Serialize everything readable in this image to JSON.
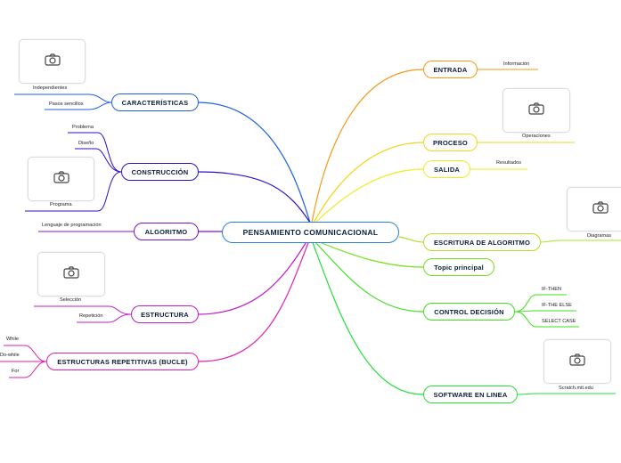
{
  "central": {
    "label": "PENSAMIENTO COMUNICACIONAL"
  },
  "topics": {
    "caracteristicas": {
      "label": "CARACTERÍSTICAS",
      "color": "#1f5fe0"
    },
    "construccion": {
      "label": "CONSTRUCCIÓN",
      "color": "#2a12c8"
    },
    "algoritmo": {
      "label": "ALGORITMO",
      "color": "#7a14c8"
    },
    "estructura": {
      "label": "ESTRUCTURA",
      "color": "#c01ec8"
    },
    "repetitivas": {
      "label": "ESTRUCTURAS REPETITIVAS (BUCLE)",
      "color": "#e01eb4"
    },
    "entrada": {
      "label": "ENTRADA",
      "color": "#f59a14"
    },
    "proceso": {
      "label": "PROCESO",
      "color": "#f2d41a"
    },
    "salida": {
      "label": "SALIDA",
      "color": "#ecec22"
    },
    "escritura": {
      "label": "ESCRITURA DE ALGORITMO",
      "color": "#aee02a"
    },
    "topic_principal": {
      "label": "Topic principal",
      "color": "#74e01e"
    },
    "control": {
      "label": "CONTROL DECISIÓN",
      "color": "#3ee01e"
    },
    "software": {
      "label": "SOFTWARE EN LINEA",
      "color": "#22e038"
    }
  },
  "leaves": {
    "independientes": "Independientes",
    "pasos_sencillos": "Pasos sencillos",
    "problema": "Problema",
    "diseno": "Diseño",
    "programa": "Programa",
    "lenguaje": "Lenguaje de programación",
    "seleccion": "Selección",
    "repeticion": "Repetición",
    "while": "While",
    "do_while": "Do-while",
    "for": "For",
    "informacion": "Información",
    "operaciones": "Operaciones",
    "resultados": "Resultados",
    "diagramas": "Diagramas",
    "if_then": "IF-THEN",
    "if_the_else": "IF-THE ELSE",
    "select_case": "SELECT CASE",
    "scratch": "Scratch.mit.edu"
  },
  "icons": [
    "camera-icon"
  ]
}
